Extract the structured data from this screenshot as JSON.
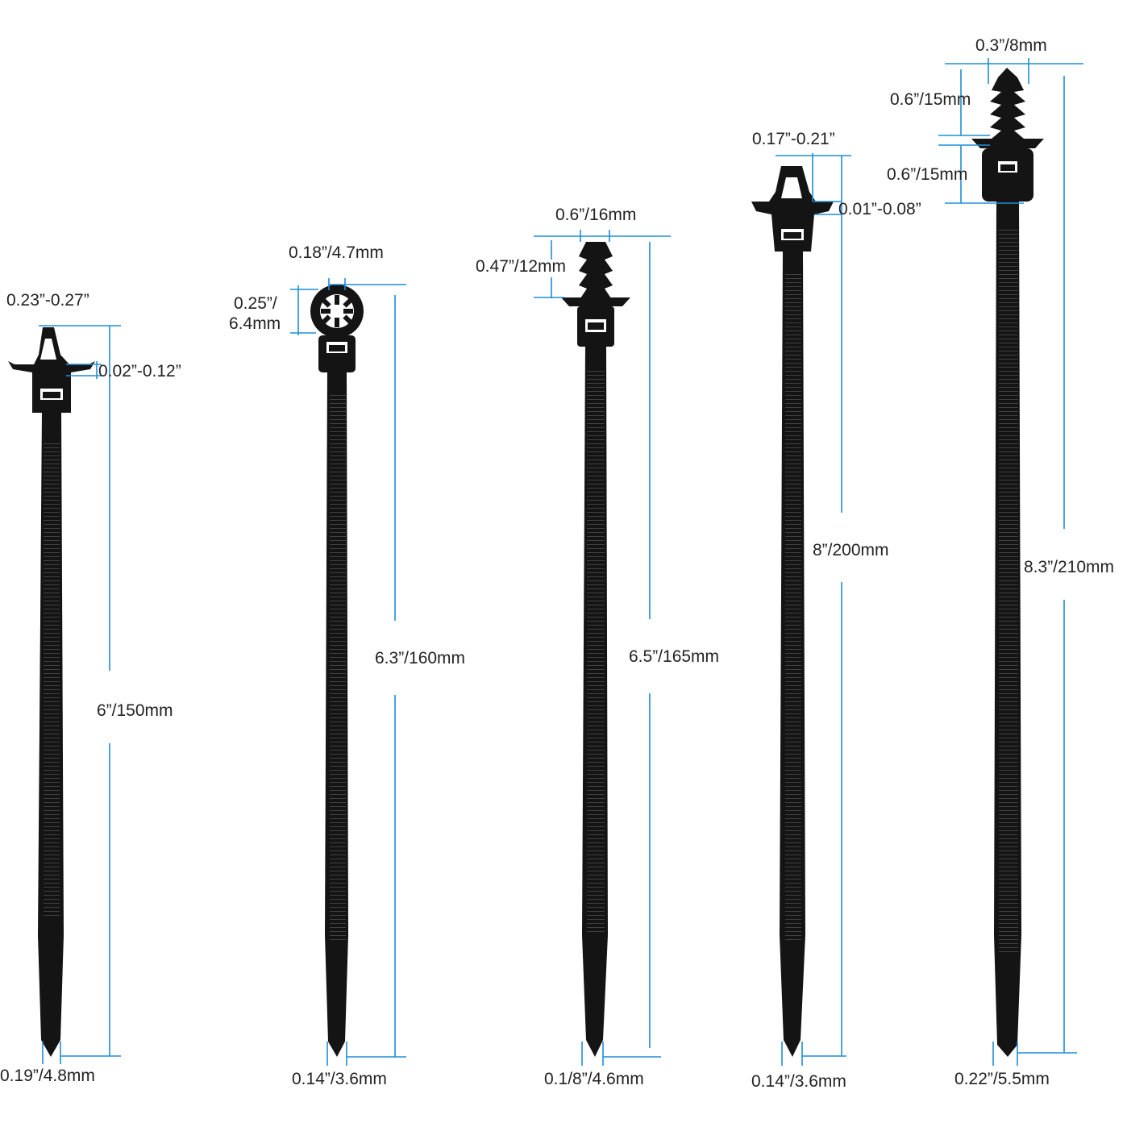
{
  "colors": {
    "background": "#ffffff",
    "tie": "#141414",
    "dimension_line": "#1e8ed8",
    "label_text": "#222222"
  },
  "ties": [
    {
      "name": "tie-1-arrow-clip",
      "length": "6”/150mm",
      "width": "0.19”/4.8mm",
      "head_width": "0.23”-0.27”",
      "panel_thickness": "0.02”-0.12”"
    },
    {
      "name": "tie-2-ring-clip",
      "length": "6.3”/160mm",
      "width": "0.14”/3.6mm",
      "ring_hole": "0.18”/4.7mm",
      "ring_height_line1": "0.25”/",
      "ring_height_line2": "6.4mm"
    },
    {
      "name": "tie-3-fir-tree",
      "length": "6.5”/165mm",
      "width": "0.1/8”/4.6mm",
      "disc_diameter": "0.6”/16mm",
      "stem_height": "0.47”/12mm"
    },
    {
      "name": "tie-4-arrow-clip",
      "length": "8”/200mm",
      "width": "0.14”/3.6mm",
      "head_width": "0.17”-0.21”",
      "panel_thickness": "0.01”-0.08”"
    },
    {
      "name": "tie-5-fir-tree",
      "length": "8.3”/210mm",
      "width": "0.22”/5.5mm",
      "tip_width": "0.3”/8mm",
      "stem_height": "0.6”/15mm",
      "base_height": "0.6”/15mm"
    }
  ]
}
